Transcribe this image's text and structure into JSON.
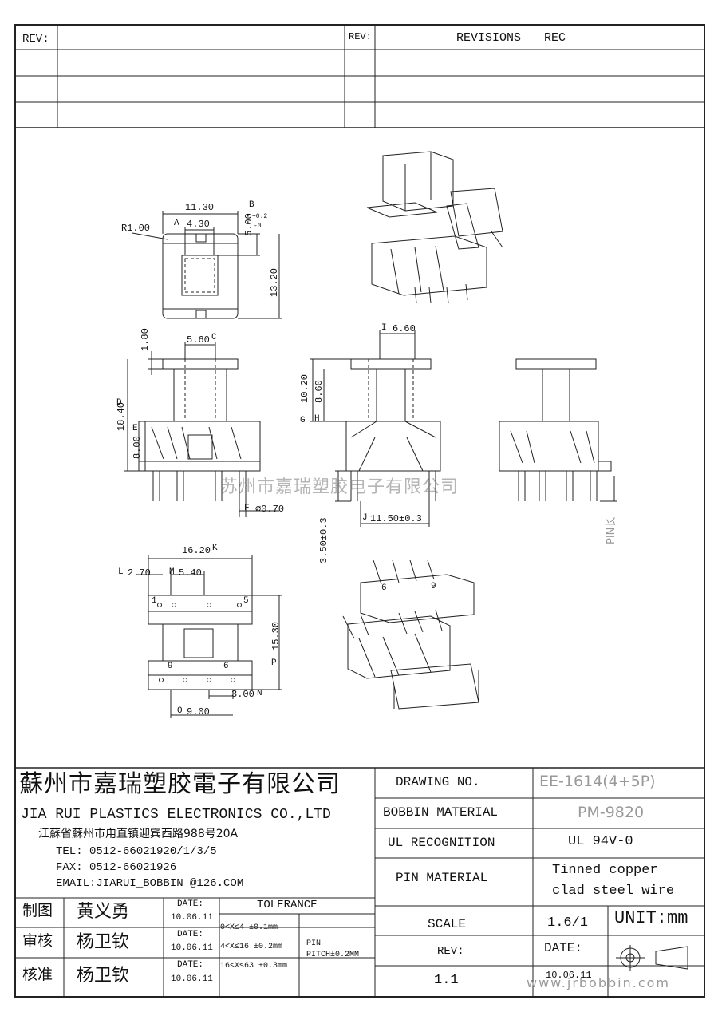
{
  "revision_block": {
    "rev_label_left": "REV:",
    "rev_label_right": "REV:",
    "revisions_label": "REVISIONS",
    "rec_label": "REC"
  },
  "dimensions": {
    "top_view": {
      "width": "11.30",
      "a": "4.30",
      "b_label": "5.00",
      "tol_plus": "+0.2",
      "tol_minus": "-0",
      "height": "13.20",
      "radius": "R1.00",
      "a_mark": "A",
      "b_mark": "B"
    },
    "front_view": {
      "c": "5.60",
      "c_mark": "C",
      "top": "1.80",
      "d": "18.40",
      "d_mark": "D",
      "e": "8.00",
      "e_mark": "E",
      "f": "⌀0.70",
      "f_mark": "F"
    },
    "side_view": {
      "i": "6.60",
      "i_mark": "I",
      "g": "10.20",
      "g_mark": "G",
      "h": "8.60",
      "h_mark": "H",
      "j": "11.50±0.3",
      "j_mark": "J",
      "pin": "3.50±0.3"
    },
    "bottom_view": {
      "k": "16.20",
      "k_mark": "K",
      "l": "2.70",
      "l_mark": "L",
      "m": "5.40",
      "m_mark": "M",
      "p": "15.30",
      "p_mark": "P",
      "n": "3.00",
      "n_mark": "N",
      "o": "9.00",
      "o_mark": "O",
      "pin_numbers": [
        "1",
        "5",
        "9",
        "6"
      ]
    },
    "pin_length_label": "PIN长",
    "iso_pin_numbers": [
      "6",
      "9"
    ]
  },
  "watermark": "苏州市嘉瑞塑胶电子有限公司",
  "title_block": {
    "company_cn": "蘇州市嘉瑞塑胶電子有限公司",
    "company_en": "JIA RUI PLASTICS ELECTRONICS CO.,LTD",
    "address": "江蘇省蘇州市甪直镇迎宾西路988号20A",
    "tel": "TEL:  0512-66021920/1/3/5",
    "fax": "FAX:  0512-66021926",
    "email": "EMAIL:JIARUI_BOBBIN @126.COM",
    "drawing_no_label": "DRAWING   NO.",
    "drawing_no": "EE-1614(4+5P)",
    "bobbin_material_label": "BOBBIN  MATERIAL",
    "bobbin_material": "PM-9820",
    "ul_label": "UL RECOGNITION",
    "ul_value": "UL 94V-0",
    "pin_material_label": "PIN MATERIAL",
    "pin_material_1": "Tinned copper",
    "pin_material_2": "clad steel wire",
    "scale_label": "SCALE",
    "scale_value": "1.6/1",
    "unit": "UNIT:mm",
    "rev_label": "REV:",
    "rev_value": "1.1",
    "date_label": "DATE:",
    "date_value": "10.06.11",
    "tolerance_label": "TOLERANCE",
    "tol_1": "0<X≤4  ±0.1mm",
    "tol_2": "4<X≤16 ±0.2mm",
    "tol_3": "16<X≤63 ±0.3mm",
    "pin_pitch_1": "PIN",
    "pin_pitch_2": "PITCH±0.2MM",
    "website": "www.jrbobbin.com",
    "signoffs": [
      {
        "role": "制图",
        "name": "黄义勇",
        "date_label": "DATE:",
        "date": "10.06.11"
      },
      {
        "role": "审核",
        "name": "杨卫钦",
        "date_label": "DATE:",
        "date": "10.06.11"
      },
      {
        "role": "核准",
        "name": "杨卫钦",
        "date_label": "DATE:",
        "date": "10.06.11"
      }
    ]
  }
}
